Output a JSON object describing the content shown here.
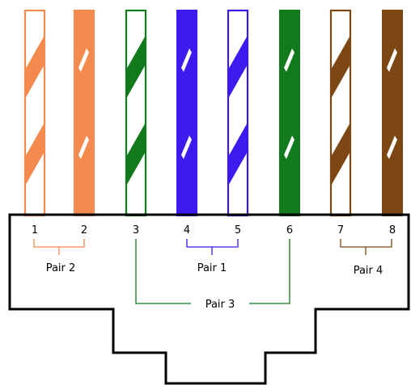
{
  "colors": {
    "orange": "#F58A4E",
    "green": "#117A1C",
    "blue": "#3B1BEE",
    "brown": "#7C4712",
    "outline": "#000000",
    "white": "#FFFFFF"
  },
  "wires": [
    {
      "label": "1",
      "color": "orange",
      "striped": true
    },
    {
      "label": "2",
      "color": "orange",
      "striped": false
    },
    {
      "label": "3",
      "color": "green",
      "striped": true
    },
    {
      "label": "4",
      "color": "blue",
      "striped": false
    },
    {
      "label": "5",
      "color": "blue",
      "striped": true
    },
    {
      "label": "6",
      "color": "green",
      "striped": false
    },
    {
      "label": "7",
      "color": "brown",
      "striped": true
    },
    {
      "label": "8",
      "color": "brown",
      "striped": false
    }
  ],
  "pairs": [
    {
      "label": "Pair 2",
      "color": "orange",
      "pins": [
        1,
        2
      ]
    },
    {
      "label": "Pair 1",
      "color": "blue",
      "pins": [
        4,
        5
      ]
    },
    {
      "label": "Pair 3",
      "color": "green",
      "pins": [
        3,
        6
      ]
    },
    {
      "label": "Pair 4",
      "color": "brown",
      "pins": [
        7,
        8
      ]
    }
  ]
}
